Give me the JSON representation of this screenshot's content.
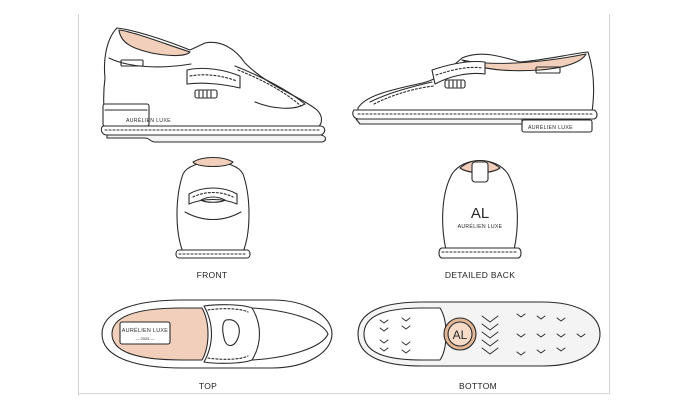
{
  "labels": {
    "front": "FRONT",
    "detailed_back": "DETAILED BACK",
    "top": "TOP",
    "bottom": "BOTTOM"
  },
  "brand": {
    "monogram": "AL",
    "name": "AURÉLIEN LUXE",
    "sub": "— 2025 —"
  },
  "colors": {
    "line": "#2a2a2a",
    "lining": "#f2cfba",
    "heel_badge": "#e2b796",
    "outsole": "#f4f4f4"
  }
}
